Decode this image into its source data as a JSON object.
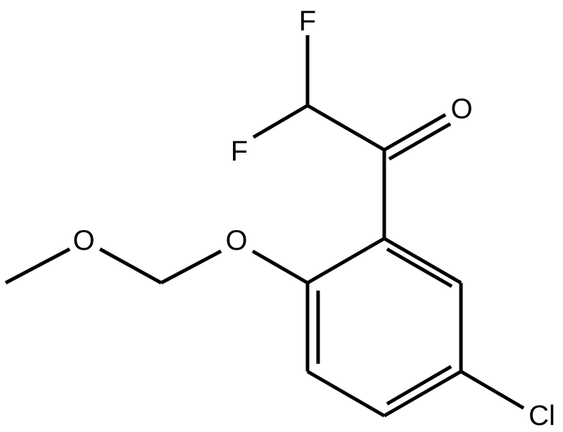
{
  "molecule": {
    "atoms": {
      "fluorine_top": "F",
      "fluorine_left": "F",
      "carbonyl_oxygen": "O",
      "ether_oxygen_chain": "O",
      "ether_oxygen_ring": "O",
      "chlorine": "Cl"
    },
    "colors": {
      "bond": "#000000",
      "label": "#000000",
      "background": "#ffffff"
    }
  }
}
